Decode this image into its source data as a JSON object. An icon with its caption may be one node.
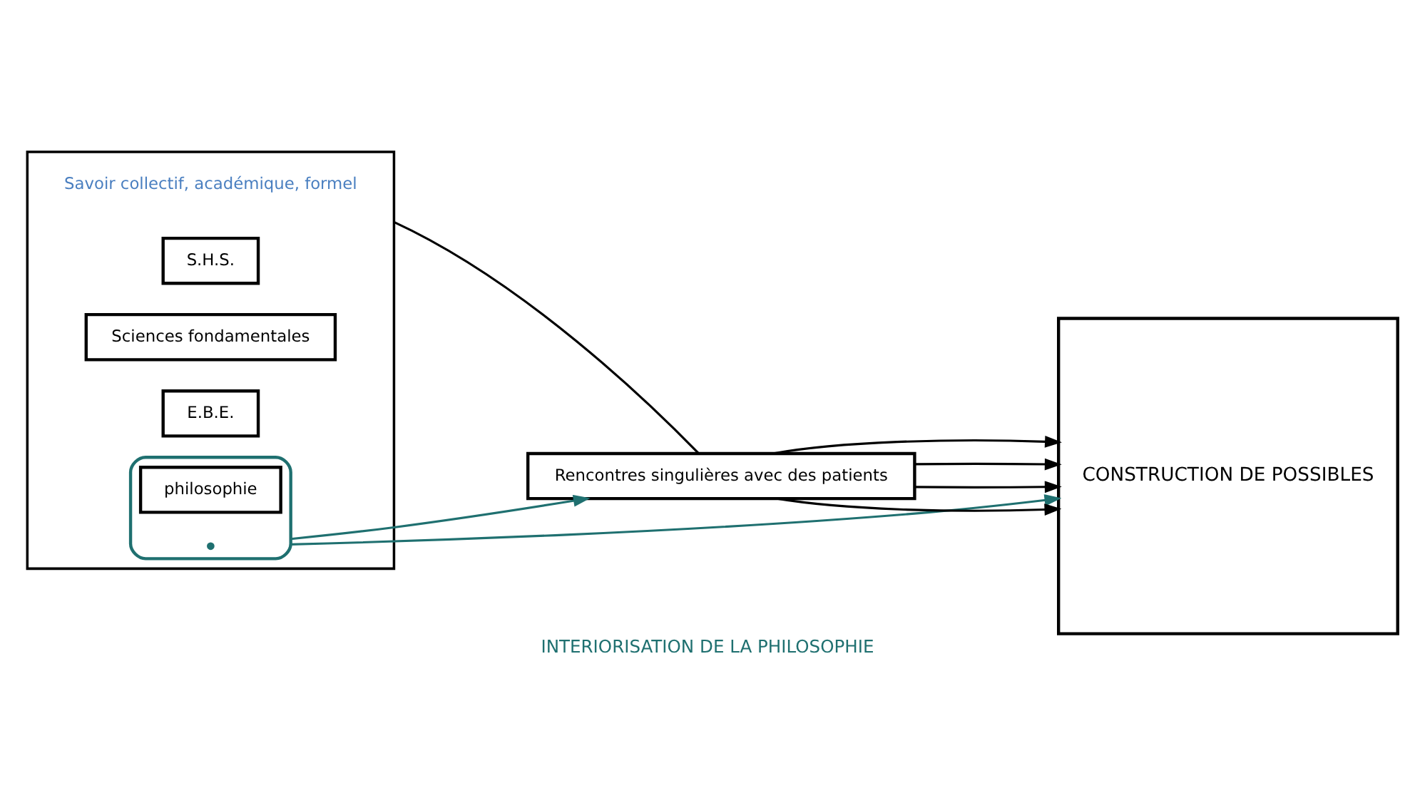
{
  "diagram": {
    "title": "INTERIORISATION DE LA PHILOSOPHIE",
    "nodes": [
      {
        "text": [
          "Savoir collectif, académique, formel"
        ]
      },
      {
        "text": [],
        "shape": "ellipse",
        "in": 0
      },
      {
        "text": [
          "philosophie"
        ],
        "in": 1
      },
      {
        "text": [
          "S.H.S."
        ],
        "in": 0
      },
      {
        "text": [
          "Sciences fondamentales"
        ],
        "in": 0
      },
      {
        "text": [
          "E.B.E."
        ],
        "in": 0
      },
      {
        "text": [
          "Rencontres singulières avec des patients"
        ]
      },
      {
        "text": [
          "CONSTRUCTION DE POSSIBLES"
        ]
      }
    ],
    "edges": [
      {
        "from": 0,
        "to": 6,
        "arrow": "none"
      },
      {
        "from": 1,
        "to": 7,
        "arrow": "to",
        "color": "#1f7070"
      },
      {
        "from": 1,
        "to": 6,
        "arrow": "to",
        "color": "#1f7070"
      },
      {
        "from": 6,
        "to": 7,
        "arrow": "to"
      },
      {
        "from": 6,
        "to": 7,
        "arrow": "to"
      },
      {
        "from": 6,
        "to": 7,
        "arrow": "to"
      },
      {
        "from": 6,
        "to": 7,
        "arrow": "to"
      }
    ]
  }
}
